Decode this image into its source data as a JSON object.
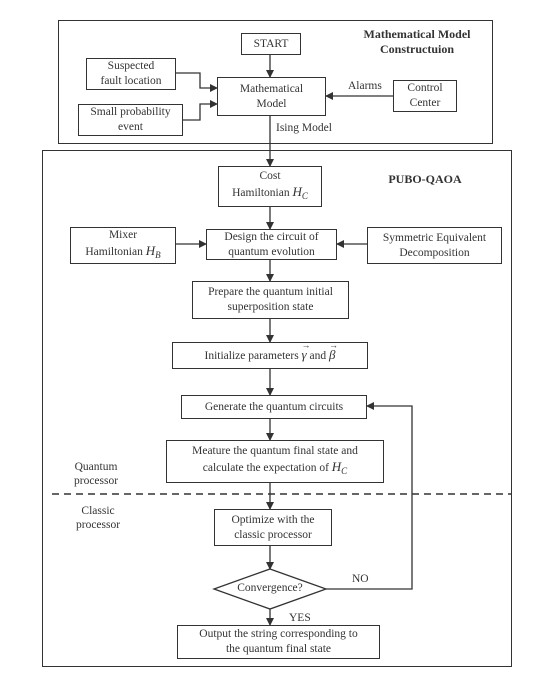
{
  "regions": {
    "model_title_1": "Mathematical Model",
    "model_title_2": "Constructuion",
    "qaoa_title": "PUBO-QAOA"
  },
  "boxes": {
    "start": "START",
    "suspected_1": "Suspected",
    "suspected_2": "fault location",
    "small_prob_1": "Small probability",
    "small_prob_2": "event",
    "math_model_1": "Mathematical",
    "math_model_2": "Model",
    "control_1": "Control",
    "control_2": "Center",
    "cost_1": "Cost",
    "cost_2": "Hamiltonian",
    "cost_sym": "H",
    "cost_sub": "C",
    "mixer_1": "Mixer",
    "mixer_2": "Hamiltonian",
    "mixer_sym": "H",
    "mixer_sub": "B",
    "design_1": "Design the circuit of",
    "design_2": "quantum evolution",
    "sym_1": "Symmetric Equivalent",
    "sym_2": "Decomposition",
    "prepare_1": "Prepare the quantum initial",
    "prepare_2": "superposition state",
    "init_text": "Initialize parameters",
    "init_gamma": "γ",
    "init_and": "and",
    "init_beta": "β",
    "generate": "Generate the quantum circuits",
    "measure_1": "Meature the quantum final state and",
    "measure_2": "calculate the expectation of",
    "measure_sym": "H",
    "measure_sub": "C",
    "optimize_1": "Optimize with the",
    "optimize_2": "classic processor",
    "convergence": "Convergence?",
    "output_1": "Output the string corresponding to",
    "output_2": "the quantum final state"
  },
  "edge_labels": {
    "alarms": "Alarms",
    "ising": "Ising Model",
    "no": "NO",
    "yes": "YES"
  },
  "side_labels": {
    "quantum_1": "Quantum",
    "quantum_2": "processor",
    "classic_1": "Classic",
    "classic_2": "processor"
  }
}
